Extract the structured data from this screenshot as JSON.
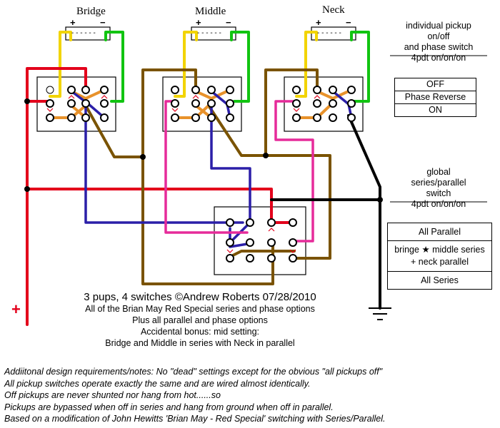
{
  "pickups": [
    "Bridge",
    "Middle",
    "Neck"
  ],
  "pickup_polarity": {
    "plus": "+",
    "minus": "−",
    "dashes": "- - - - - -"
  },
  "pickup_switch_caption": [
    "individual pickup",
    "on/off",
    "and phase switch",
    "4pdt on/on/on"
  ],
  "pickup_switch_positions": [
    "OFF",
    "Phase Reverse",
    "ON"
  ],
  "global_switch_caption": [
    "global",
    "series/parallel",
    "switch",
    "4pdt on/on/on"
  ],
  "global_switch_positions": [
    "All Parallel",
    "bringe ★ middle series",
    "+ neck parallel",
    "All Series"
  ],
  "credit": {
    "title": "3 pups, 4 switches  ©Andrew Roberts 07/28/2010",
    "lines": [
      "All of the Brian May Red Special series and phase options",
      "Plus all parallel and phase options",
      "Accidental bonus: mid setting:",
      "Bridge and Middle in series with Neck in parallel"
    ]
  },
  "hot_marker": "+",
  "notes": [
    "Addiitonal design requirements/notes: No \"dead\" settings except for the obvious \"all pickups off\"",
    "All pickup switches operate exactly the same and are wired almost identically.",
    "Off pickups are never shunted nor hang from hot......so",
    "Pickups are bypassed when off in series and hang from ground when off in parallel.",
    "Based on a modification of John Hewitts 'Brian May - Red Special' switching with Series/Parallel."
  ],
  "colors": {
    "hot": "#e3001b",
    "pickup_lead_yellow": "#f2d400",
    "pickup_lead_green": "#11c411",
    "brown": "#7a5300",
    "orange": "#e8922b",
    "blue": "#2b1fa8",
    "magenta": "#e62b9a",
    "ground": "#000000"
  }
}
